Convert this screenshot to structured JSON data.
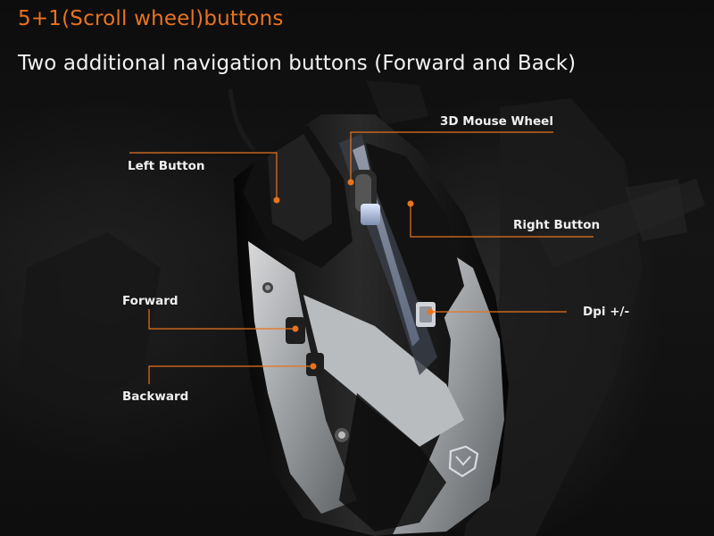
{
  "heading": "5+1(Scroll wheel)buttons",
  "subheading": "Two additional navigation buttons (Forward and Back)",
  "callouts": {
    "left_button": "Left Button",
    "mouse_wheel": "3D Mouse Wheel",
    "right_button": "Right Button",
    "forward": "Forward",
    "dpi": "Dpi +/-",
    "backward": "Backward"
  },
  "colors": {
    "accent": "#e8731f",
    "heading_white": "#f2f2f2",
    "background": "#0d0d0d",
    "mouse_black": "#0a0a0a",
    "mouse_silver": "#a9acaf"
  },
  "icons": {
    "brand_logo": "meetion-shield-logo-icon"
  }
}
